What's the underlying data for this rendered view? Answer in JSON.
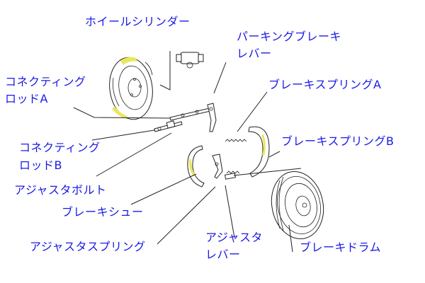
{
  "labels": {
    "wheel_cylinder": "ホイールシリンダー",
    "parking_lever_1": "パーキングブレーキ",
    "parking_lever_2": "レバー",
    "connecting_rod_a_1": "コネクティング",
    "connecting_rod_a_2": "ロッドA",
    "brake_spring_a": "ブレーキスプリングA",
    "connecting_rod_b_1": "コネクティング",
    "connecting_rod_b_2": "ロッドB",
    "brake_spring_b": "ブレーキスプリングB",
    "adjuster_bolt": "アジャスタボルト",
    "brake_shoe": "ブレーキシュー",
    "adjuster_lever_1": "アジャスタ",
    "adjuster_lever_2": "レバー",
    "adjuster_spring": "アジャスタスプリング",
    "brake_drum": "ブレーキドラム"
  },
  "colors": {
    "label_text": "#1a1ae6",
    "line_art": "#222222",
    "highlight": "#e8e85c"
  }
}
